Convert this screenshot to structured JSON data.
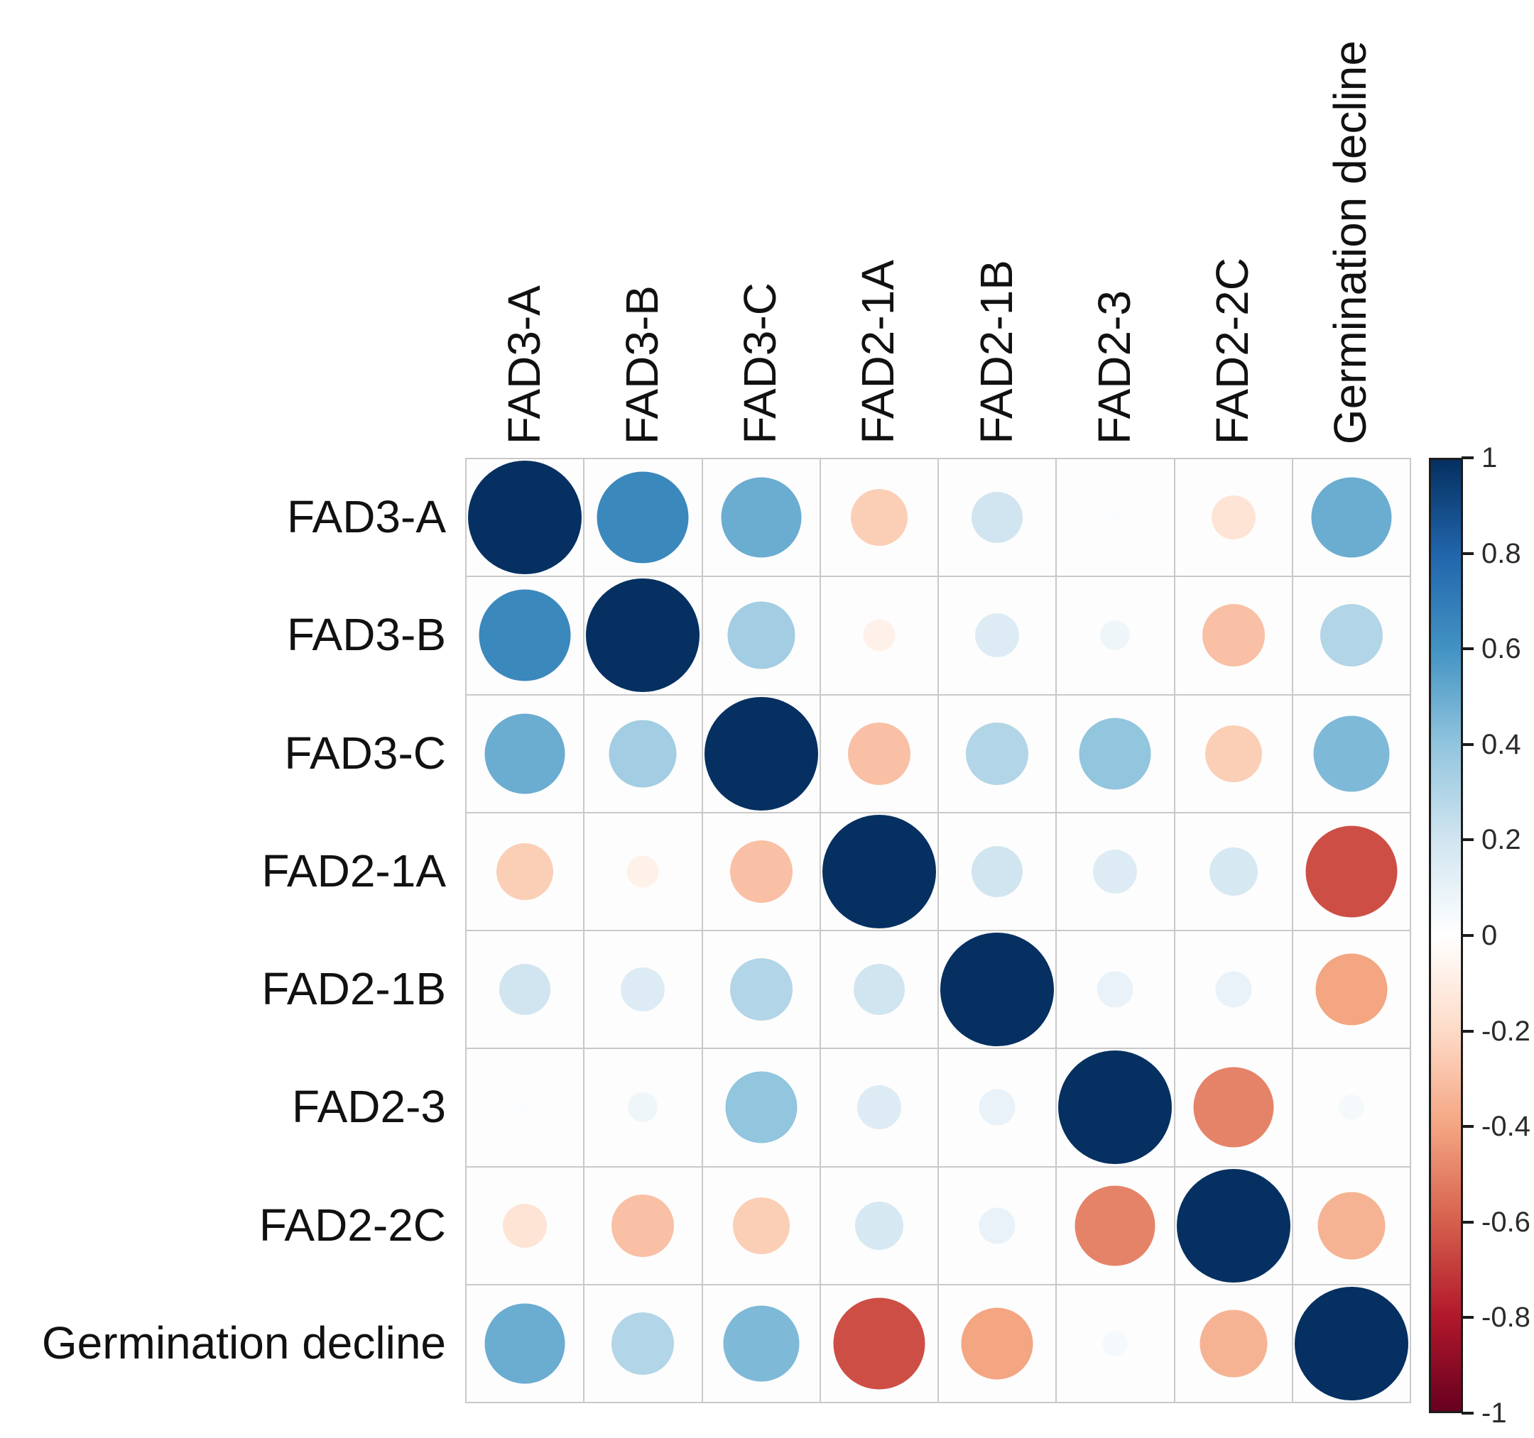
{
  "chart_data": {
    "type": "heatmap",
    "subtype": "correlation-matrix-circles",
    "title": "",
    "variables": [
      "FAD3-A",
      "FAD3-B",
      "FAD3-C",
      "FAD2-1A",
      "FAD2-1B",
      "FAD2-3",
      "FAD2-2C",
      "Germination decline"
    ],
    "matrix": [
      [
        1.0,
        0.65,
        0.5,
        -0.25,
        0.2,
        0.02,
        -0.15,
        0.5
      ],
      [
        0.65,
        1.0,
        0.35,
        -0.08,
        0.15,
        0.07,
        -0.3,
        0.3
      ],
      [
        0.5,
        0.35,
        1.0,
        -0.3,
        0.3,
        0.4,
        -0.25,
        0.45
      ],
      [
        -0.25,
        -0.08,
        -0.3,
        1.0,
        0.2,
        0.15,
        0.18,
        -0.65
      ],
      [
        0.2,
        0.15,
        0.3,
        0.2,
        1.0,
        0.1,
        0.1,
        -0.4
      ],
      [
        0.02,
        0.07,
        0.4,
        0.15,
        0.1,
        1.0,
        -0.5,
        0.05
      ],
      [
        -0.15,
        -0.3,
        -0.25,
        0.18,
        0.1,
        -0.5,
        1.0,
        -0.35
      ],
      [
        0.5,
        0.3,
        0.45,
        -0.65,
        -0.4,
        0.05,
        -0.35,
        1.0
      ]
    ],
    "encoding": {
      "circle_size": "diameter proportional to sqrt(|r|)",
      "circle_color": "diverging red-blue scale, blue positive, red negative"
    },
    "colorbar": {
      "min": -1,
      "max": 1,
      "tick_labels": [
        "1",
        "0.8",
        "0.6",
        "0.4",
        "0.2",
        "0",
        "-0.2",
        "-0.4",
        "-0.6",
        "-0.8",
        "-1"
      ],
      "palette_stops": [
        {
          "t": 1.0,
          "color": "#053061"
        },
        {
          "t": 0.8,
          "color": "#2166AC"
        },
        {
          "t": 0.6,
          "color": "#4393C3"
        },
        {
          "t": 0.4,
          "color": "#92C5DE"
        },
        {
          "t": 0.2,
          "color": "#D1E5F0"
        },
        {
          "t": 0.0,
          "color": "#FFFFFF"
        },
        {
          "t": -0.2,
          "color": "#FDDBC7"
        },
        {
          "t": -0.4,
          "color": "#F4A582"
        },
        {
          "t": -0.6,
          "color": "#D6604D"
        },
        {
          "t": -0.8,
          "color": "#B2182B"
        },
        {
          "t": -1.0,
          "color": "#67001F"
        }
      ]
    },
    "grid_color": "#c9c9c9",
    "layout": {
      "legend_position": "right",
      "grid": true
    }
  }
}
